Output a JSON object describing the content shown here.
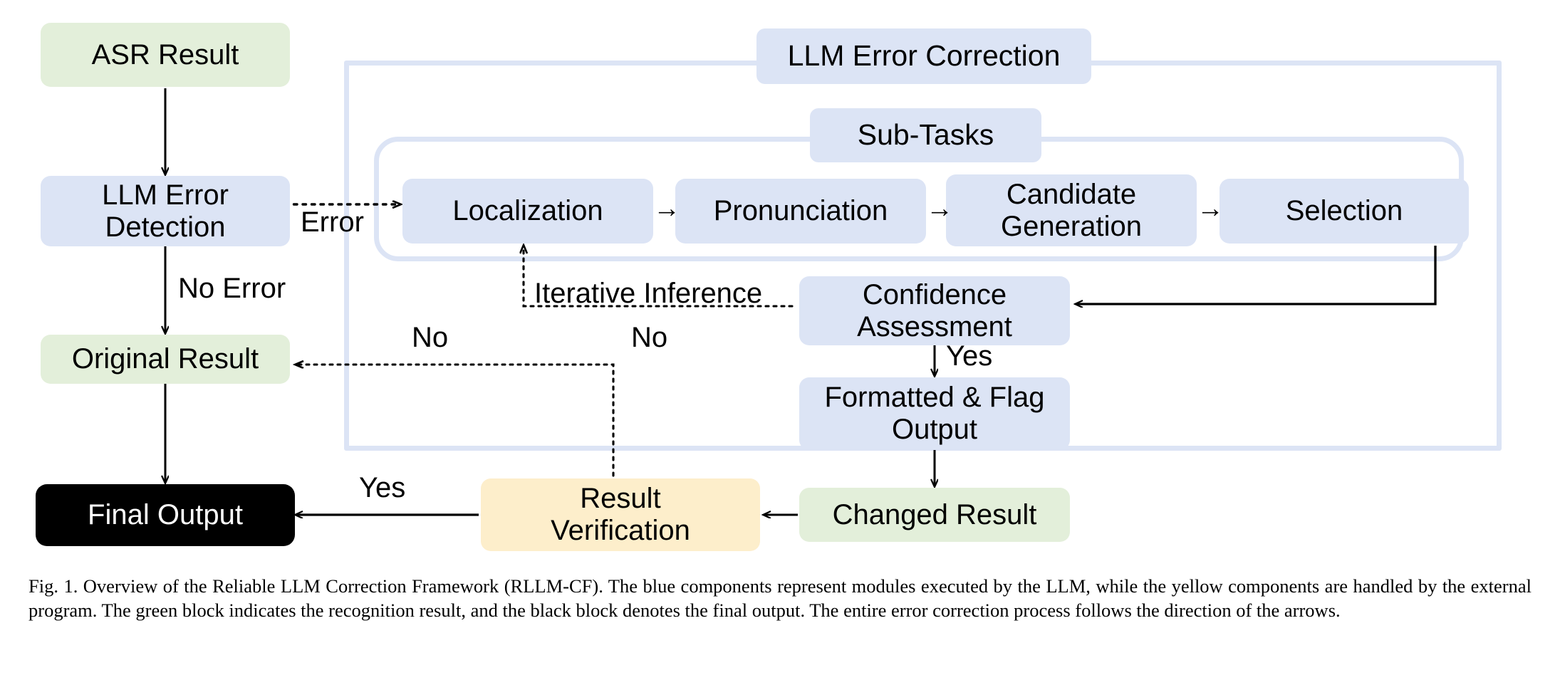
{
  "figure": {
    "containers": [
      {
        "name": "llm-error-correction-frame",
        "label": "LLM Error Correction"
      },
      {
        "name": "sub-tasks-frame",
        "label": "Sub-Tasks"
      }
    ],
    "nodes": [
      {
        "id": "asr-result",
        "label": "ASR Result",
        "color": "green"
      },
      {
        "id": "llm-error-detection",
        "label": "LLM Error\nDetection",
        "color": "blue"
      },
      {
        "id": "original-result",
        "label": "Original Result",
        "color": "green"
      },
      {
        "id": "final-output",
        "label": "Final Output",
        "color": "black"
      },
      {
        "id": "llm-error-correction",
        "label": "LLM Error Correction",
        "color": "blue"
      },
      {
        "id": "sub-tasks",
        "label": "Sub-Tasks",
        "color": "blue"
      },
      {
        "id": "localization",
        "label": "Localization",
        "color": "blue"
      },
      {
        "id": "pronunciation",
        "label": "Pronunciation",
        "color": "blue"
      },
      {
        "id": "candidate-generation",
        "label": "Candidate\nGeneration",
        "color": "blue"
      },
      {
        "id": "selection",
        "label": "Selection",
        "color": "blue"
      },
      {
        "id": "confidence-assessment",
        "label": "Confidence\nAssessment",
        "color": "blue"
      },
      {
        "id": "formatted-flag-output",
        "label": "Formatted & Flag\nOutput",
        "color": "blue"
      },
      {
        "id": "changed-result",
        "label": "Changed Result",
        "color": "green"
      },
      {
        "id": "result-verification",
        "label": "Result\nVerification",
        "color": "yellow"
      }
    ],
    "node_labels": {
      "asr_result": "ASR Result",
      "llm_error_detection_line1": "LLM Error",
      "llm_error_detection_line2": "Detection",
      "original_result": "Original Result",
      "final_output": "Final Output",
      "llm_error_correction": "LLM Error Correction",
      "sub_tasks": "Sub-Tasks",
      "localization": "Localization",
      "pronunciation": "Pronunciation",
      "candidate_generation_line1": "Candidate",
      "candidate_generation_line2": "Generation",
      "selection": "Selection",
      "confidence_assessment_line1": "Confidence",
      "confidence_assessment_line2": "Assessment",
      "formatted_flag_output_line1": "Formatted & Flag",
      "formatted_flag_output_line2": "Output",
      "changed_result": "Changed Result",
      "result_verification_line1": "Result",
      "result_verification_line2": "Verification"
    },
    "edge_labels": {
      "error": "Error",
      "no_error": "No Error",
      "iterative_inference": "Iterative Inference",
      "no_confidence": "No",
      "no_verification": "No",
      "yes_confidence": "Yes",
      "yes_verification": "Yes"
    },
    "arrow_glyphs": {
      "subtask_chevron_1": "→",
      "subtask_chevron_2": "→",
      "subtask_chevron_3": "→"
    },
    "colors": {
      "green_block": "#e3efda",
      "blue_block": "#dce4f5",
      "yellow_block": "#fdeecb",
      "black_block": "#000000",
      "frame_border": "#dce4f5",
      "arrow": "#000000"
    }
  },
  "caption": {
    "text": "Fig. 1.  Overview of the Reliable LLM Correction Framework (RLLM-CF). The blue components represent modules executed by the LLM, while the yellow components are handled by the external program. The green block indicates the recognition result, and the black block denotes the final output. The entire error correction process follows the direction of the arrows."
  }
}
